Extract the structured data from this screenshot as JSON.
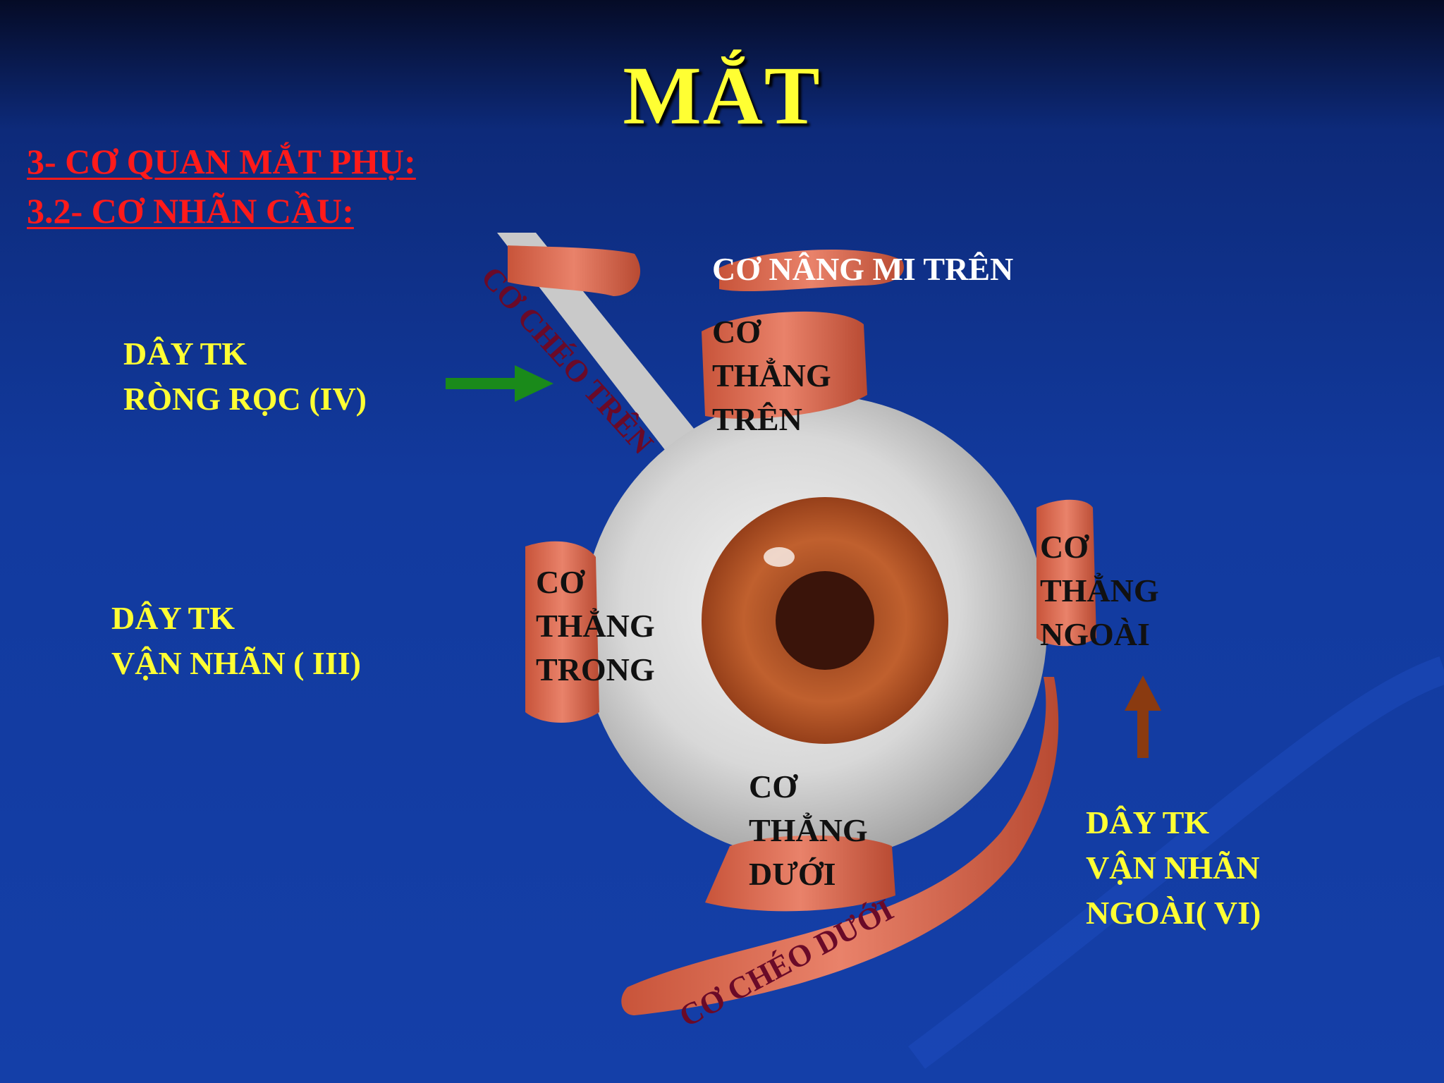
{
  "title": "MẮT",
  "headings": {
    "line1": "3- CƠ QUAN MẮT PHỤ:",
    "line2": "3.2- CƠ NHÃN CẦU:"
  },
  "nerves": {
    "trochlear": "DÂY TK\nRÒNG RỌC (IV)",
    "oculomotor": "DÂY TK\nVẬN NHÃN ( III)",
    "abducens": "DÂY TK\nVẬN NHÃN\nNGOÀI( VI)"
  },
  "muscles": {
    "levator": "CƠ NÂNG MI TRÊN",
    "superior_oblique": "CƠ CHÉO TRÊN",
    "superior_rectus": "CƠ\nTHẲNG\nTRÊN",
    "medial_rectus": "CƠ\nTHẲNG\nTRONG",
    "lateral_rectus": "CƠ\nTHẲNG\nNGOÀI",
    "inferior_rectus": "CƠ\nTHẲNG\nDƯỚI",
    "inferior_oblique": "CƠ CHÉO DƯỚI"
  },
  "colors": {
    "title": "#ffff33",
    "heading": "#ff1a1a",
    "nerve_label": "#ffff33",
    "muscle_label": "#111111",
    "oblique_label": "#6a0a28",
    "arrow_trochlear": "#1a8a1a",
    "arrow_abducens": "#8a3a10"
  }
}
